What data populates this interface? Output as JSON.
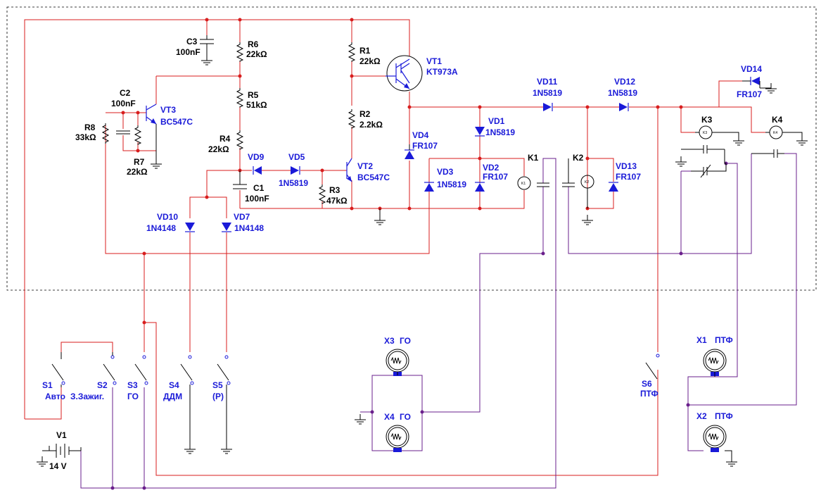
{
  "colors": {
    "wire_red": "#d81e1e",
    "wire_purple": "#6a1f8c",
    "component": "#000000",
    "semiconductor": "#1a1ad8",
    "label_blue": "#1a1ad8"
  },
  "resistors": [
    {
      "ref": "R1",
      "value": "22kΩ"
    },
    {
      "ref": "R2",
      "value": "2.2kΩ"
    },
    {
      "ref": "R3",
      "value": "47kΩ"
    },
    {
      "ref": "R4",
      "value": "22kΩ"
    },
    {
      "ref": "R5",
      "value": "51kΩ"
    },
    {
      "ref": "R6",
      "value": "22kΩ"
    },
    {
      "ref": "R7",
      "value": "22kΩ"
    },
    {
      "ref": "R8",
      "value": "33kΩ"
    }
  ],
  "capacitors": [
    {
      "ref": "C1",
      "value": "100nF"
    },
    {
      "ref": "C2",
      "value": "100nF"
    },
    {
      "ref": "C3",
      "value": "100nF"
    }
  ],
  "transistors": [
    {
      "ref": "VT1",
      "part": "KT973A"
    },
    {
      "ref": "VT2",
      "part": "BC547C"
    },
    {
      "ref": "VT3",
      "part": "BC547C"
    }
  ],
  "diodes": [
    {
      "ref": "VD1",
      "part": "1N5819"
    },
    {
      "ref": "VD2",
      "part": "FR107"
    },
    {
      "ref": "VD3",
      "part": "1N5819"
    },
    {
      "ref": "VD4",
      "part": "FR107"
    },
    {
      "ref": "VD5",
      "part": "1N5819"
    },
    {
      "ref": "VD7",
      "part": "1N4148"
    },
    {
      "ref": "VD9",
      "part": ""
    },
    {
      "ref": "VD10",
      "part": "1N4148"
    },
    {
      "ref": "VD11",
      "part": "1N5819"
    },
    {
      "ref": "VD12",
      "part": "1N5819"
    },
    {
      "ref": "VD13",
      "part": "FR107"
    },
    {
      "ref": "VD14",
      "part": "FR107"
    }
  ],
  "relays": [
    {
      "ref": "K1",
      "coil": "K1"
    },
    {
      "ref": "K2",
      "coil": "K2"
    },
    {
      "ref": "K3",
      "coil": "K3"
    },
    {
      "ref": "K4",
      "coil": "K4"
    }
  ],
  "switches": [
    {
      "ref": "S1",
      "label": "Авто"
    },
    {
      "ref": "S2",
      "label": "З.Зажиг."
    },
    {
      "ref": "S3",
      "label": "ГО"
    },
    {
      "ref": "S4",
      "label": "ДДМ"
    },
    {
      "ref": "S5",
      "label": "(Р)"
    },
    {
      "ref": "S6",
      "label": "ПТФ"
    }
  ],
  "lamps": [
    {
      "ref": "X3",
      "label": "ГО"
    },
    {
      "ref": "X4",
      "label": "ГО"
    },
    {
      "ref": "X1",
      "label": "ПТФ"
    },
    {
      "ref": "X2",
      "label": "ПТФ"
    }
  ],
  "source": {
    "ref": "V1",
    "value": "14 V"
  }
}
